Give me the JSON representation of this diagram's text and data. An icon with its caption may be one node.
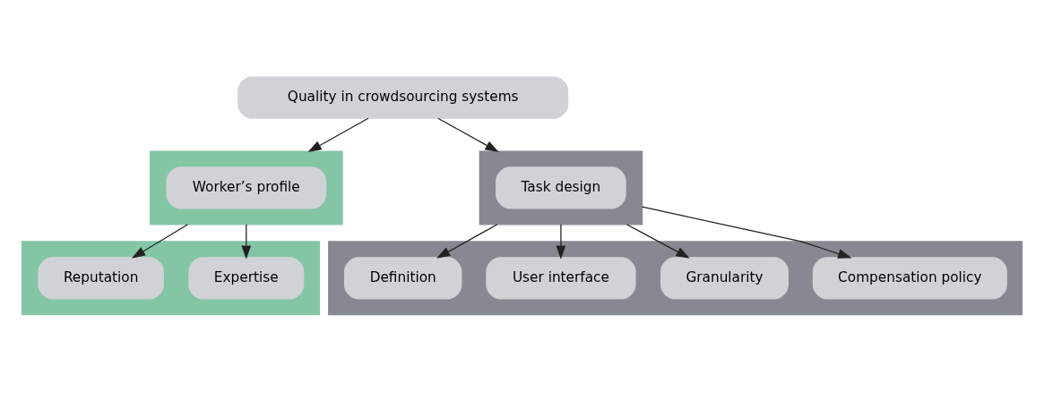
{
  "diagram": {
    "nodes": [
      {
        "text": [
          "Quality in crowdsourcing systems"
        ]
      },
      {
        "text": [],
        "shape": "box"
      },
      {
        "text": [
          "Worker’s profile"
        ],
        "in": 1
      },
      {
        "text": [],
        "shape": "box"
      },
      {
        "text": [
          "Task design"
        ],
        "in": 3
      },
      {
        "text": [],
        "shape": "box"
      },
      {
        "text": [
          "Reputation"
        ],
        "in": 5
      },
      {
        "text": [
          "Expertise"
        ],
        "in": 5
      },
      {
        "text": [],
        "shape": "box"
      },
      {
        "text": [
          "Definition"
        ],
        "in": 8
      },
      {
        "text": [
          "User interface"
        ],
        "in": 8
      },
      {
        "text": [
          "Granularity"
        ],
        "in": 8
      },
      {
        "text": [
          "Compensation policy"
        ],
        "in": 8
      }
    ],
    "edges": [
      {
        "from": 0,
        "to": 1,
        "arrow": "to"
      },
      {
        "from": 0,
        "to": 3,
        "arrow": "to"
      },
      {
        "from": 1,
        "to": 6,
        "arrow": "to"
      },
      {
        "from": 1,
        "to": 7,
        "arrow": "to"
      },
      {
        "from": 3,
        "to": 9,
        "arrow": "to"
      },
      {
        "from": 3,
        "to": 10,
        "arrow": "to"
      },
      {
        "from": 3,
        "to": 11,
        "arrow": "to"
      },
      {
        "from": 3,
        "to": 12,
        "arrow": "to"
      }
    ]
  }
}
